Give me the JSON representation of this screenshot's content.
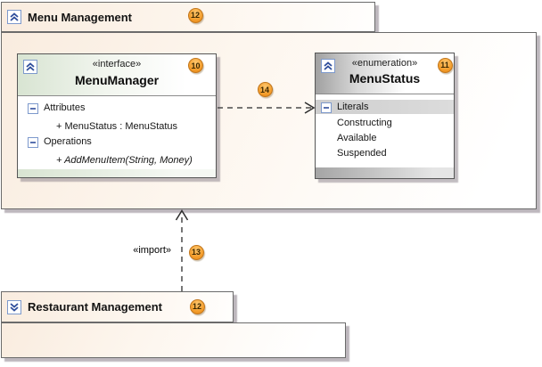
{
  "colors": {
    "accent_blue": "#2e4d9b",
    "icon_border_blue": "#7d99cc",
    "badge_orange": "#f09b27",
    "package_fill": "#f9ecdf",
    "border_gray": "#6b6b6b",
    "interface_header_green": "#d8e4d2",
    "enum_header_gray": "#a1a1a1"
  },
  "menu_package": {
    "title": "Menu Management",
    "badge": "12",
    "state": "expanded"
  },
  "restaurant_package": {
    "title": "Restaurant Management",
    "badge": "12",
    "state": "collapsed"
  },
  "menu_manager": {
    "stereotype": "«interface»",
    "name": "MenuManager",
    "badge": "10",
    "sections": {
      "attributes": {
        "label": "Attributes",
        "member_1": "+ MenuStatus : MenuStatus"
      },
      "operations": {
        "label": "Operations",
        "member_1": "+ AddMenuItem(String, Money)"
      }
    }
  },
  "menu_status": {
    "stereotype": "«enumeration»",
    "name": "MenuStatus",
    "badge": "11",
    "sections": {
      "literals": {
        "label": "Literals",
        "literal_1": "Constructing",
        "literal_2": "Available",
        "literal_3": "Suspended"
      }
    }
  },
  "connectors": {
    "dependency": {
      "badge": "14"
    },
    "import": {
      "label": "«import»",
      "badge": "13"
    }
  }
}
